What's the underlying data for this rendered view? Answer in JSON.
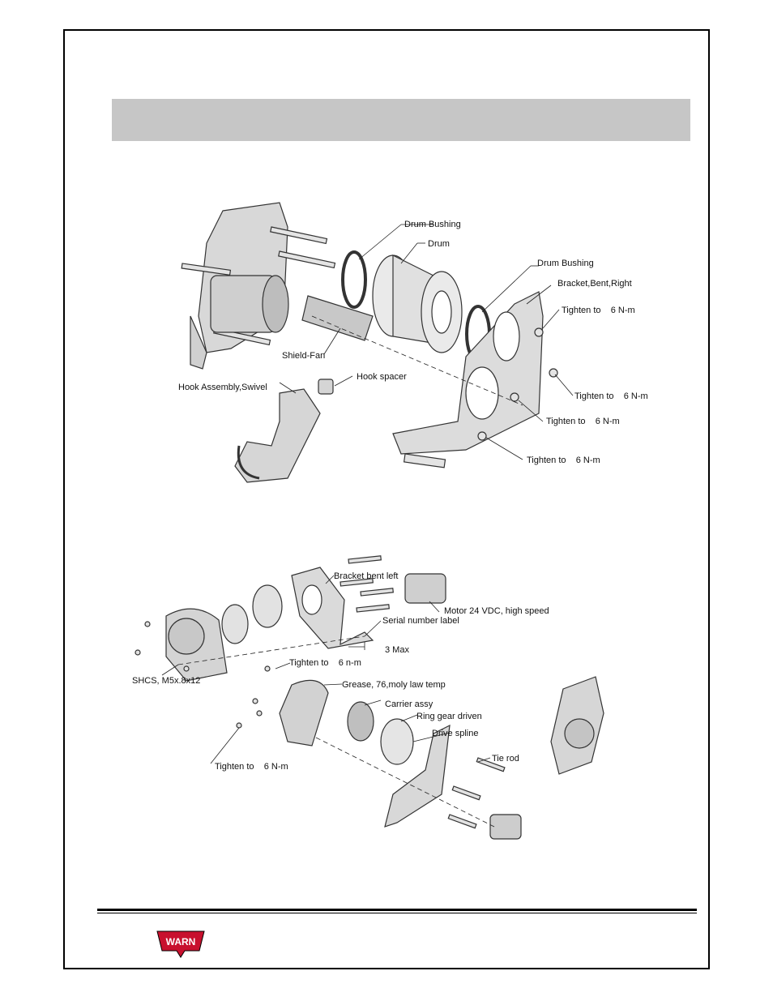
{
  "colors": {
    "header_bar": "#c6c6c6",
    "logo_red": "#c8102e",
    "border": "#000000"
  },
  "logo": {
    "text": "WARN"
  },
  "diagram_1": {
    "labels": {
      "drum_bushing_1": "Drum Bushing",
      "drum": "Drum",
      "drum_bushing_2": "Drum Bushing",
      "bracket_right": "Bracket,Bent,Right",
      "tighten_1": "Tighten to    6 N-m",
      "shield_fan": "Shield-Fan",
      "hook_spacer": "Hook spacer",
      "hook_assembly": "Hook Assembly,Swivel",
      "tighten_2": "Tighten to    6 N-m",
      "tighten_3": "Tighten to    6 N-m",
      "tighten_4": "Tighten to    6 N-m"
    }
  },
  "diagram_2": {
    "labels": {
      "bracket_left": "Bracket bent left",
      "motor": "Motor 24 VDC, high speed",
      "serial_label": "Serial number label",
      "max": "3 Max",
      "shcs": "SHCS, M5x.8x12",
      "tighten_a": "Tighten to    6 n-m",
      "grease": "Grease, 76,moly law temp",
      "carrier": "Carrier assy",
      "ring_gear": "Ring gear driven",
      "drive_spline": "Drive spline",
      "tie_rod": "Tie rod",
      "tighten_b": "Tighten to    6 N-m"
    }
  }
}
